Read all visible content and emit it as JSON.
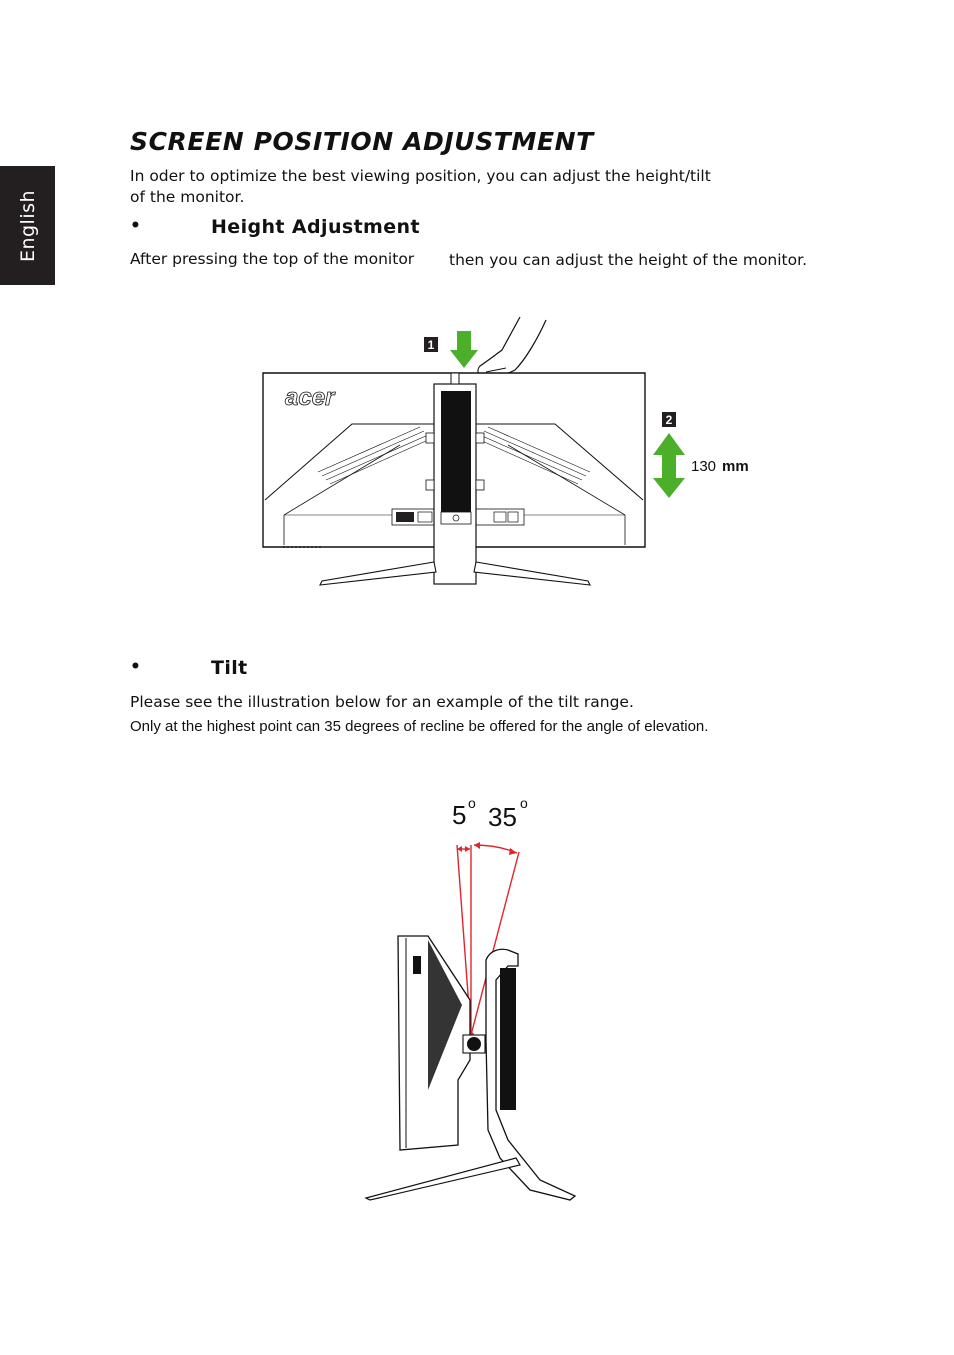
{
  "sidebar": {
    "language_tab": "English"
  },
  "page": {
    "title": "SCREEN  POSITION  ADJUSTMENT",
    "intro_line1": "In oder to optimize the best viewing position, you can adjust the height/tilt",
    "intro_line2": "of the monitor."
  },
  "height_section": {
    "bullet": "•",
    "heading": "Height  Adjustment",
    "text_part1": "After pressing the top of the monitor",
    "text_part2": "then you can adjust the height of the monitor.",
    "figure": {
      "step1_label": "1",
      "step2_label": "2",
      "range_value": "130",
      "range_unit": "mm",
      "logo_text": "acer",
      "arrow_color": "#4caf2a"
    }
  },
  "tilt_section": {
    "bullet": "•",
    "heading": "Tilt",
    "text_line1": "Please see the illustration below for an example of the tilt range.",
    "text_line2": "Only at the highest point can 35 degrees of recline be offered for the angle of elevation.",
    "figure": {
      "forward_angle": "5",
      "back_angle": "35",
      "degree_mark": "o",
      "line_color": "#e0262a"
    }
  }
}
